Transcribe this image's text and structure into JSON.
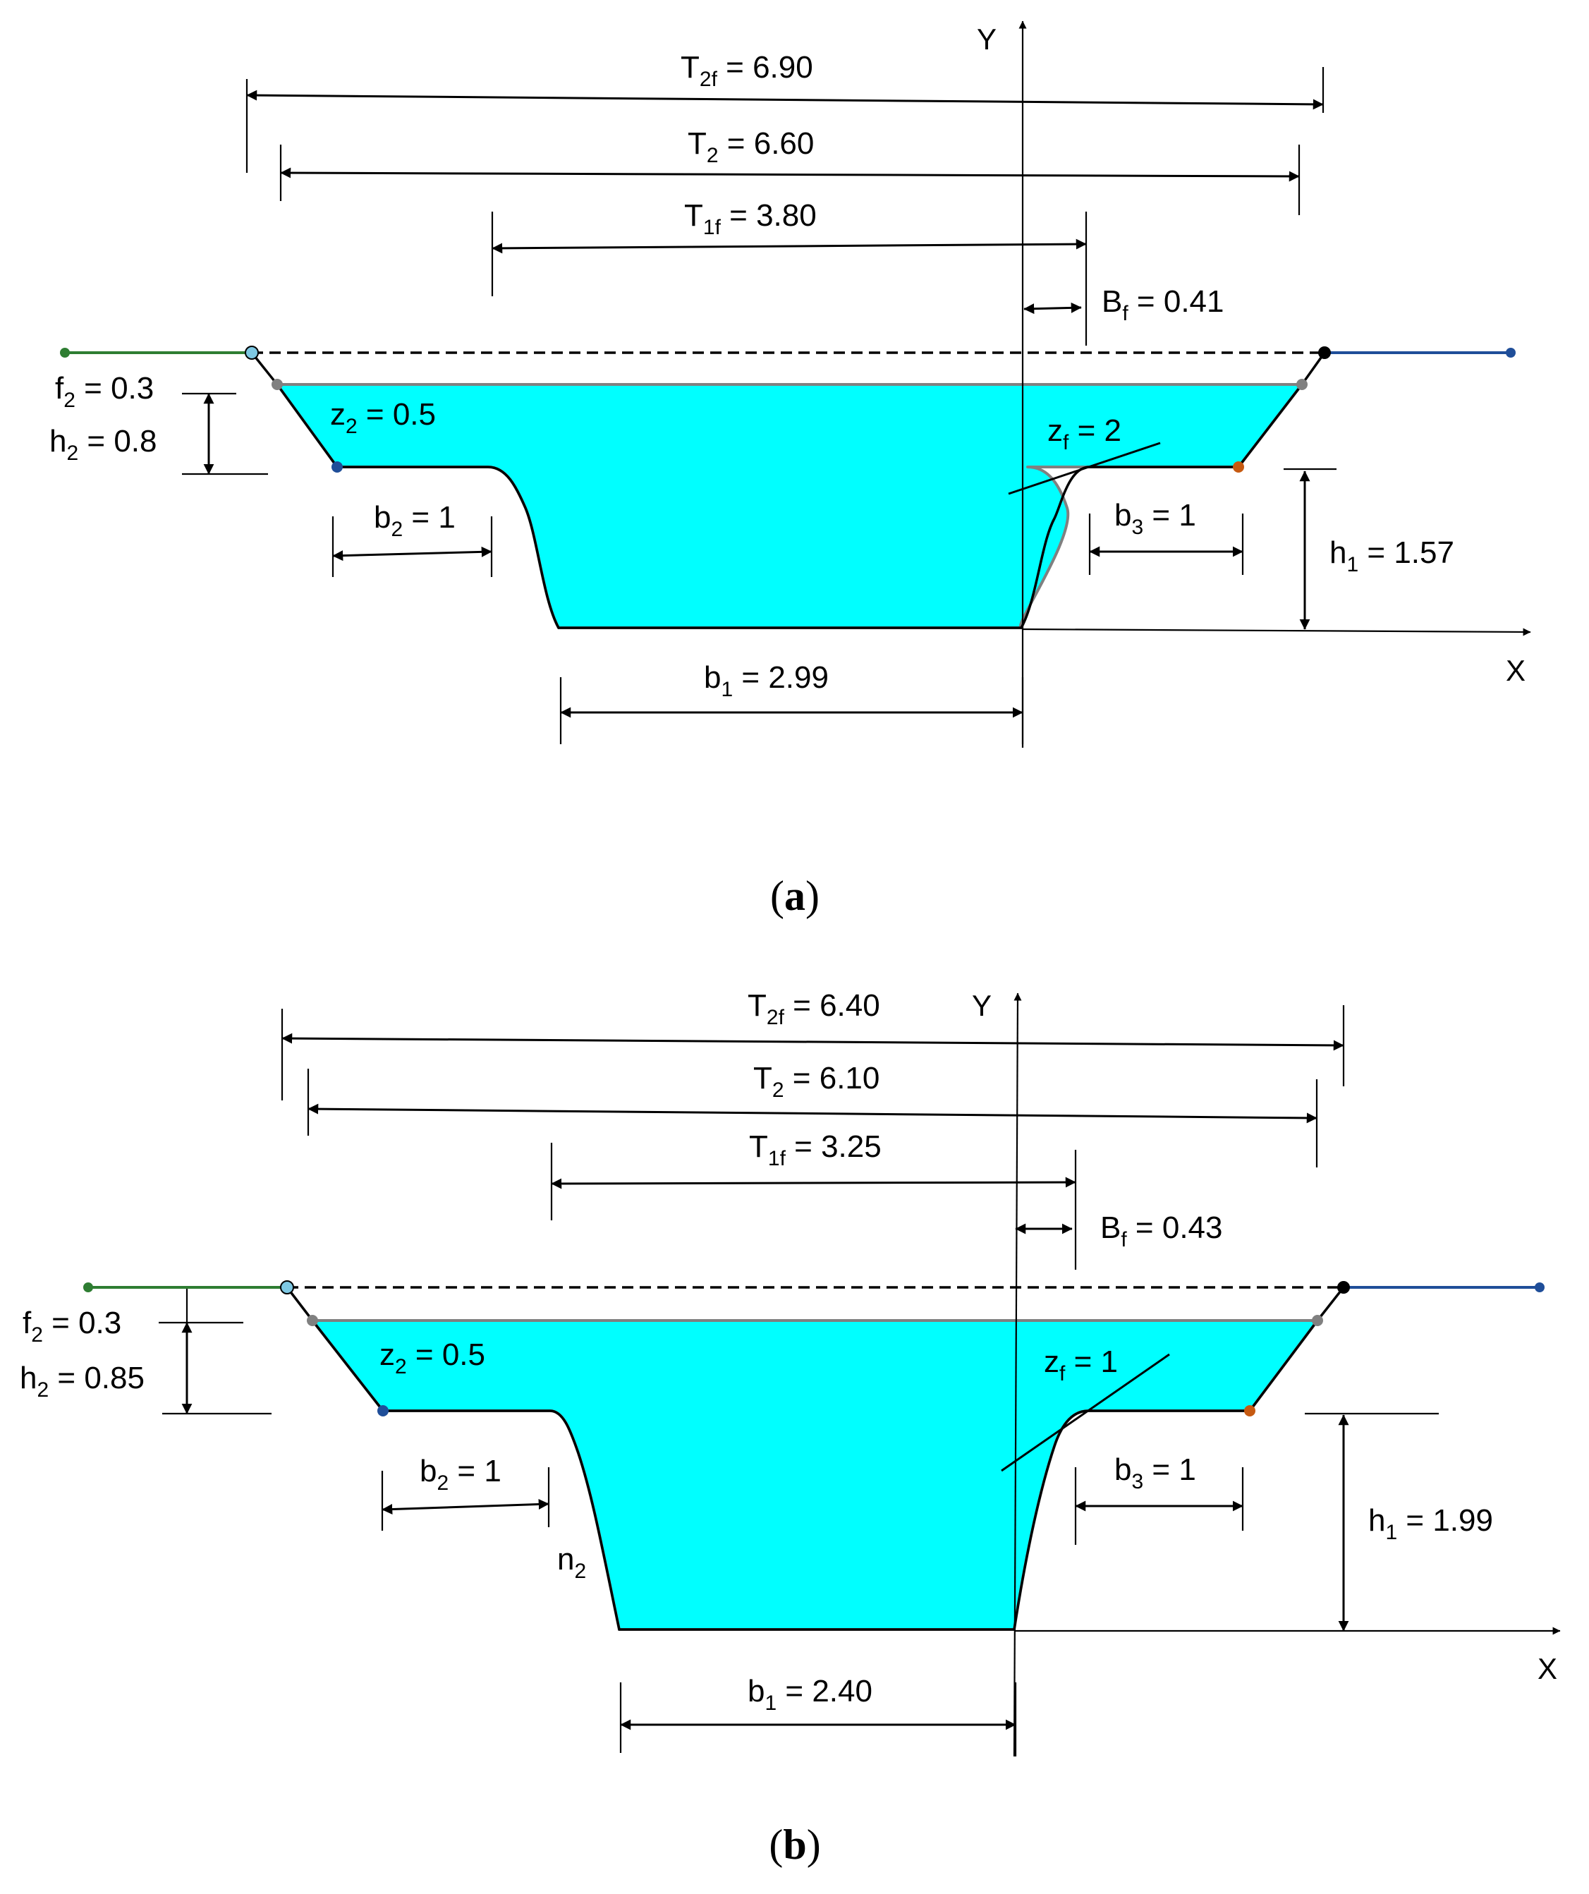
{
  "figures": [
    {
      "caption": "a",
      "axes": {
        "x_label": "X",
        "y_label": "Y"
      },
      "labels": {
        "t2f": {
          "base": "T",
          "sub": "2f",
          "rest": " = 6.90"
        },
        "t2": {
          "base": "T",
          "sub": "2",
          "rest": " = 6.60"
        },
        "t1f": {
          "base": "T",
          "sub": "1f",
          "rest": " = 3.80"
        },
        "bf": {
          "base": "B",
          "sub": "f",
          "rest": " = 0.41"
        },
        "f2": {
          "base": "f",
          "sub": "2",
          "rest": " = 0.3"
        },
        "h2": {
          "base": "h",
          "sub": "2",
          "rest": " = 0.8"
        },
        "z2": {
          "base": "z",
          "sub": "2",
          "rest": " = 0.5"
        },
        "zf": {
          "base": "z",
          "sub": "f",
          "rest": " = 2"
        },
        "b2": {
          "base": "b",
          "sub": "2",
          "rest": " = 1"
        },
        "b3": {
          "base": "b",
          "sub": "3",
          "rest": " = 1"
        },
        "h1": {
          "base": "h",
          "sub": "1",
          "rest": " = 1.57"
        },
        "b1": {
          "base": "b",
          "sub": "1",
          "rest": " = 2.99"
        }
      }
    },
    {
      "caption": "b",
      "axes": {
        "x_label": "X",
        "y_label": "Y"
      },
      "labels": {
        "t2f": {
          "base": "T",
          "sub": "2f",
          "rest": " = 6.40"
        },
        "t2": {
          "base": "T",
          "sub": "2",
          "rest": " = 6.10"
        },
        "t1f": {
          "base": "T",
          "sub": "1f",
          "rest": " = 3.25"
        },
        "bf": {
          "base": "B",
          "sub": "f",
          "rest": " = 0.43"
        },
        "f2": {
          "base": "f",
          "sub": "2",
          "rest": " = 0.3"
        },
        "h2": {
          "base": "h",
          "sub": "2",
          "rest": " = 0.85"
        },
        "z2": {
          "base": "z",
          "sub": "2",
          "rest": " = 0.5"
        },
        "zf": {
          "base": "z",
          "sub": "f",
          "rest": " = 1"
        },
        "b2": {
          "base": "b",
          "sub": "2",
          "rest": " = 1"
        },
        "b3": {
          "base": "b",
          "sub": "3",
          "rest": " = 1"
        },
        "h1": {
          "base": "h",
          "sub": "1",
          "rest": " = 1.99"
        },
        "b1": {
          "base": "b",
          "sub": "1",
          "rest": " = 2.40"
        },
        "n2": {
          "base": "n",
          "sub": "2",
          "rest": ""
        }
      }
    }
  ],
  "colors": {
    "water": "#00ffff",
    "left_berm": "#2e7d32",
    "right_berm": "#1f4e99",
    "left_top_point": "#7ec8e3",
    "right_top_point": "#000000",
    "water_edge_point": "#808080",
    "left_berm_point": "#1f4e99",
    "right_berm_point": "#c65a11"
  }
}
